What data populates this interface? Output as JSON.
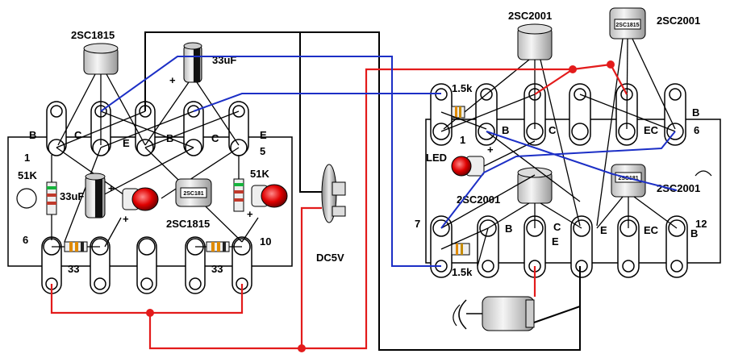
{
  "left_board": {
    "transistor_top": "2SC1815",
    "capacitor_top": "33uF",
    "cap_plus": "+",
    "pin_b": "B",
    "pin_c1": "C",
    "pin_e1": "E",
    "pin_b2": "B",
    "pin_c2": "C",
    "pin_e2": "E",
    "num_1": "1",
    "num_5": "5",
    "num_6": "6",
    "num_10": "10",
    "res_left": "51K",
    "res_right": "51K",
    "cap_bottom": "33uF",
    "cap_plus2": "+",
    "chip_label": "2SC181",
    "transistor_bottom": "2SC1815",
    "led_plus_l": "+",
    "led_plus_r": "+",
    "res33_l": "33",
    "res33_r": "33"
  },
  "power": {
    "label": "DC5V"
  },
  "right_board": {
    "transistor_tl": "2SC2001",
    "transistor_tr": "2SC2001",
    "chip_top": "2SC1815",
    "res_top": "1.5k",
    "num_1": "1",
    "pin_b1": "B",
    "pin_c1": "C",
    "pin_ec1": "EC",
    "pin_b_right": "B",
    "num_6": "6",
    "led": "LED",
    "led_plus": "+",
    "transistor_mid": "2SC2001",
    "chip_mid": "2SC181",
    "transistor_mid_r": "2SC2001",
    "num_7": "7",
    "pin_b2": "B",
    "pin_c2": "C",
    "pin_e2": "E",
    "pin_e3": "E",
    "pin_ec2": "EC",
    "pin_b3": "B",
    "num_12": "12",
    "res_bottom": "1.5k",
    "pin_e_lower": "E"
  }
}
